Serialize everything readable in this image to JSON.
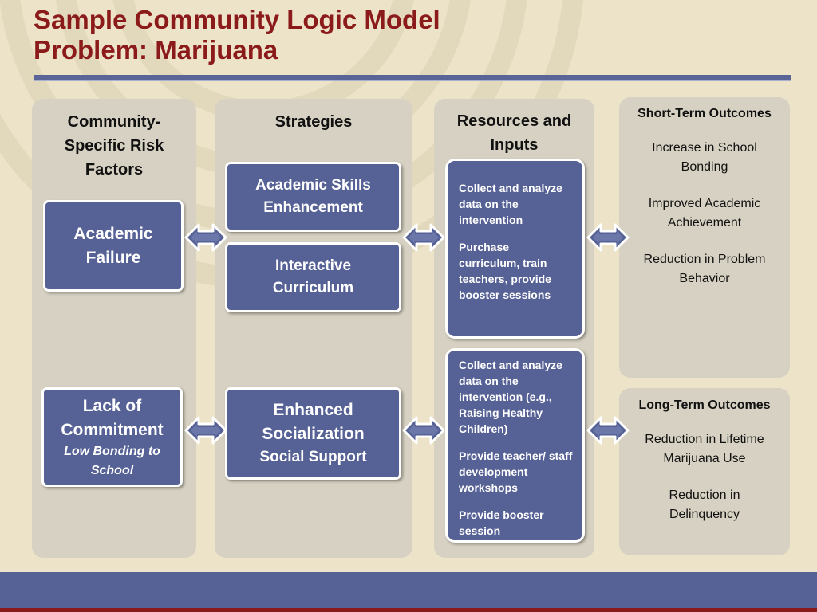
{
  "slide": {
    "title_line1": "Sample Community Logic Model",
    "title_line2": "Problem: Marijuana"
  },
  "columns": {
    "risk": {
      "heading": "Community-Specific Risk Factors",
      "heading_lines": [
        "Community-",
        "Specific Risk",
        "Factors"
      ],
      "box1": "Academic Failure",
      "box2_title": "Lack of Commitment",
      "box2_subtitle": "Low Bonding to School"
    },
    "strategies": {
      "heading": "Strategies",
      "box1": "Academic Skills Enhancement",
      "box2": "Interactive Curriculum",
      "box3_title": "Enhanced Socialization",
      "box3_subtitle": "Social Support"
    },
    "resources": {
      "heading": "Resources and Inputs",
      "box1_items": [
        "Collect and analyze data on the intervention",
        "Purchase curriculum, train teachers, provide booster sessions"
      ],
      "box2_items": [
        "Collect and analyze data on the intervention (e.g., Raising Healthy Children)",
        "Provide teacher/ staff development workshops",
        "Provide booster session"
      ]
    },
    "short_term": {
      "heading": "Short-Term Outcomes",
      "items": [
        "Increase in School Bonding",
        "Improved Academic Achievement",
        "Reduction in Problem Behavior"
      ]
    },
    "long_term": {
      "heading": "Long-Term Outcomes",
      "items": [
        "Reduction in Lifetime Marijuana Use",
        "Reduction in Delinquency"
      ]
    }
  },
  "colors": {
    "title": "#8B1A1A",
    "box_fill": "#566195",
    "panel": "#D6D1C2",
    "background": "#ECE3C9"
  }
}
